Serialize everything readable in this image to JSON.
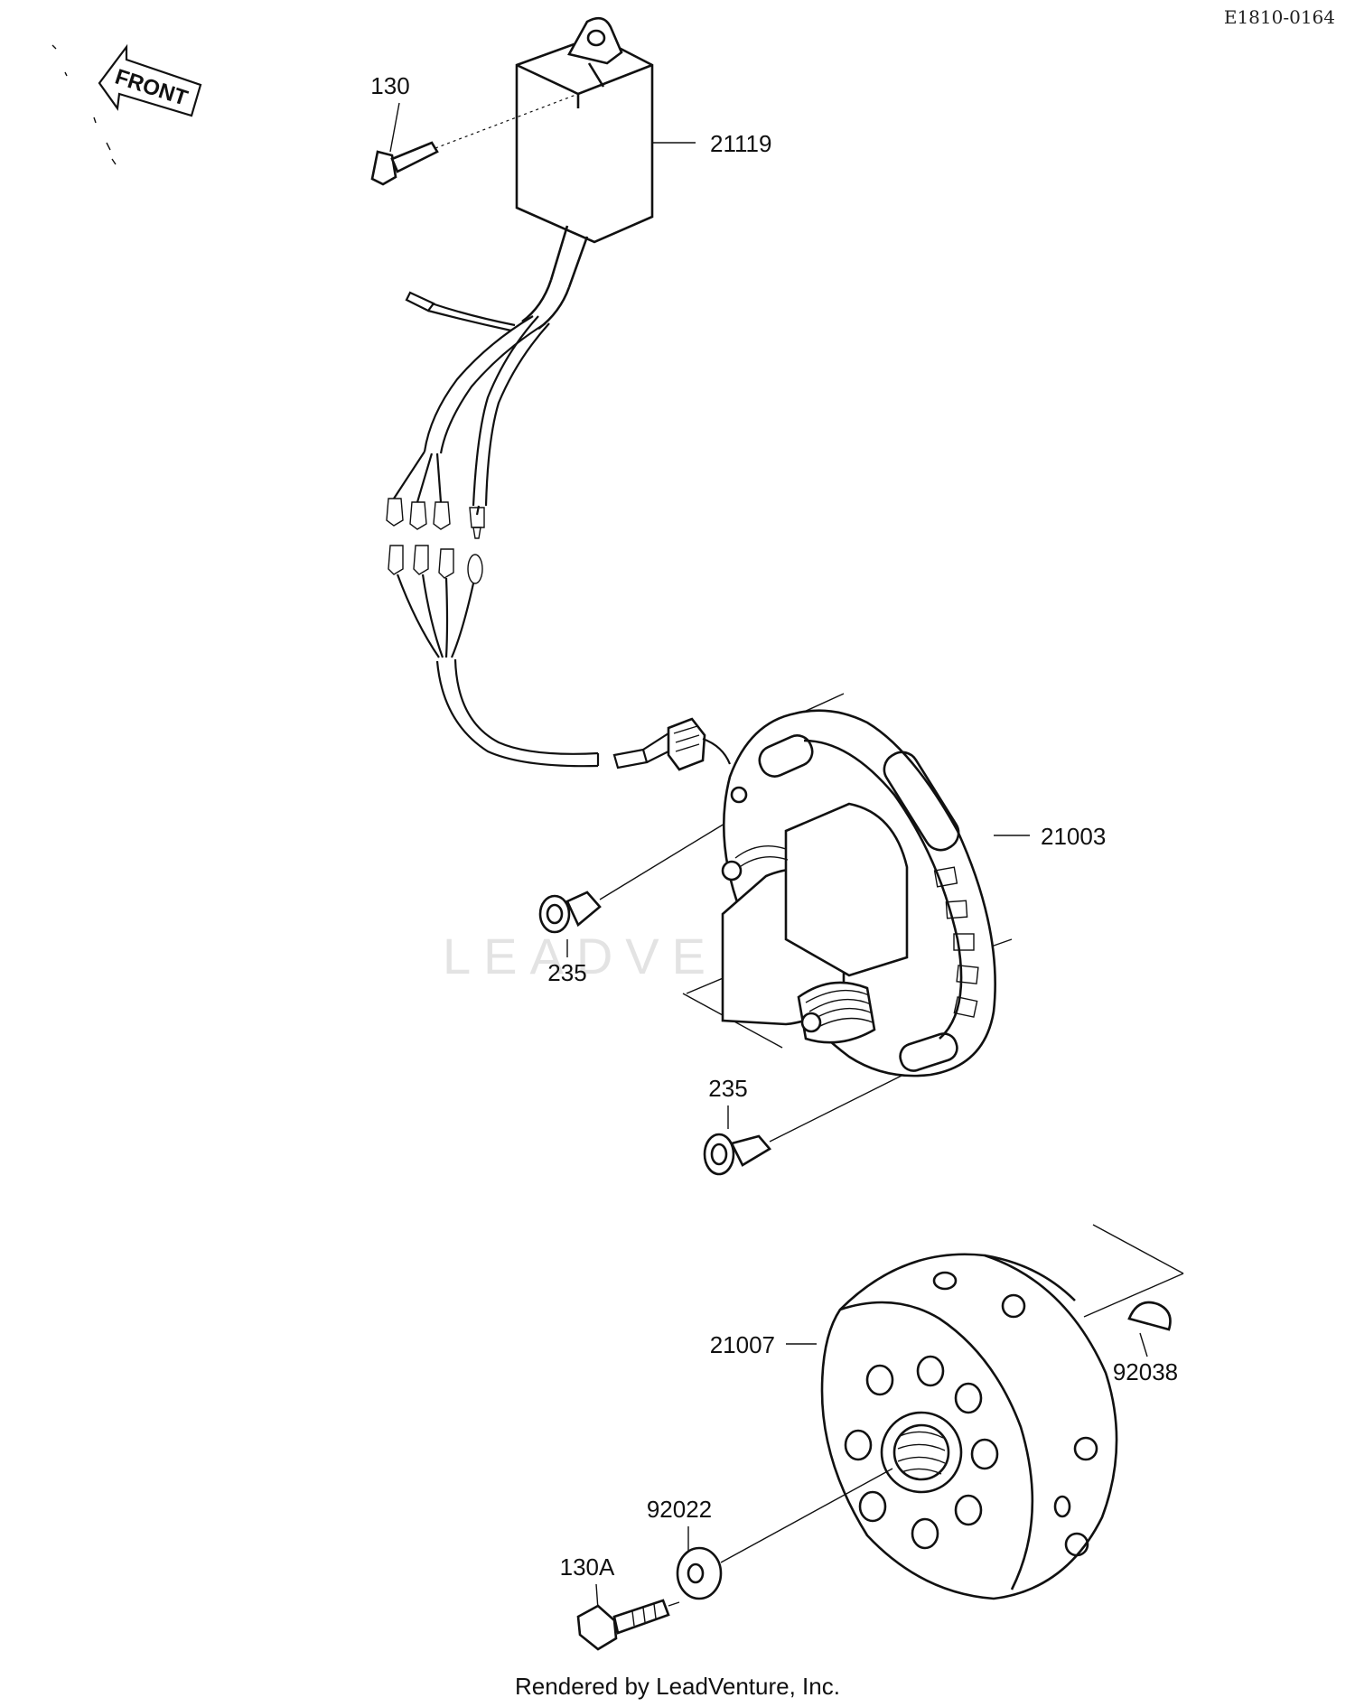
{
  "diagram_code": "E1810-0164",
  "front_label": "FRONT",
  "watermark": "LEADVENTURE",
  "footer": "Rendered by LeadVenture, Inc.",
  "callouts": {
    "p130": "130",
    "p21119": "21119",
    "p21003": "21003",
    "p235a": "235",
    "p235b": "235",
    "p21007": "21007",
    "p92038": "92038",
    "p92022": "92022",
    "p130a": "130A"
  }
}
